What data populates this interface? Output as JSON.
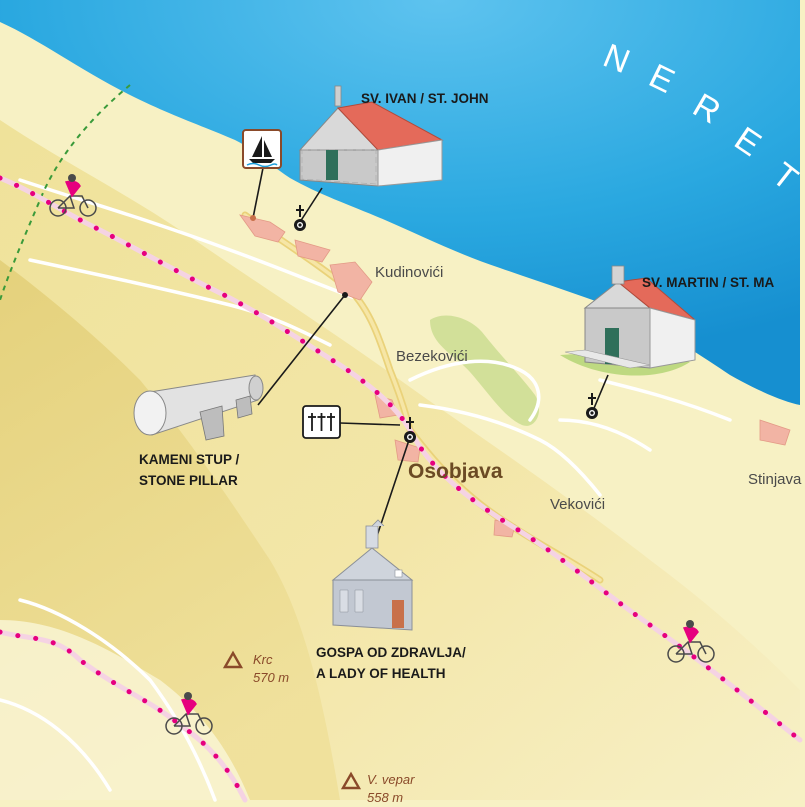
{
  "map": {
    "sea_label_letters": [
      "N",
      "E",
      "R",
      "E",
      "T"
    ],
    "villages": {
      "kudinovici": "Kudinovići",
      "bezekovici": "Bezekovići",
      "vekovici": "Vekovići",
      "stinjava": "Stinjava"
    },
    "town": "Osobjava",
    "poi": {
      "sv_ivan": "SV. IVAN / ST. JOHN",
      "sv_martin": "SV. MARTIN / ST. MA",
      "kameni_stup_line1": "KAMENI STUP /",
      "kameni_stup_line2": "STONE PILLAR",
      "gospa_line1": "GOSPA OD ZDRAVLJA/",
      "gospa_line2": "A LADY OF HEALTH"
    },
    "peaks": [
      {
        "name": "Krc",
        "elevation": "570 m"
      },
      {
        "name": "V. vepar",
        "elevation": "558 m"
      }
    ],
    "icons": [
      "sailboat-icon",
      "cemetery-icon",
      "church-marker-icon",
      "cyclist-icon",
      "peak-triangle-icon"
    ],
    "colors": {
      "sea": "#1ea0dc",
      "land": "#f7f1c4",
      "cycle_route": "#e6007e",
      "road": "#f2dc8a",
      "settlement": "#f2b4a4",
      "hill_shade": "#e6d37d"
    }
  }
}
